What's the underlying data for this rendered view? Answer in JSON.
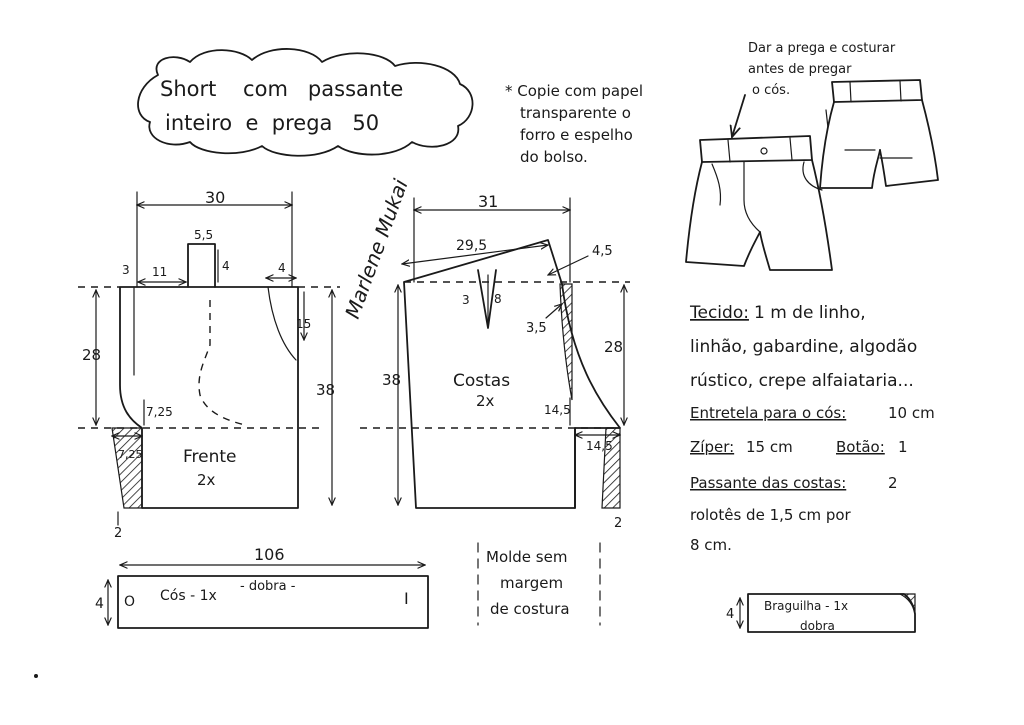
{
  "title": {
    "line1": "Short    com   passante",
    "line2": "inteiro  e  prega   50"
  },
  "copy_note": {
    "line1": "* Copie com papel",
    "line2": "transparente o",
    "line3": "forro e espelho",
    "line4": "do  bolso."
  },
  "pleat_note": {
    "line1": "Dar a prega e costurar",
    "line2": "antes de pregar",
    "line3": "o cós."
  },
  "signature": "Marlene Mukai",
  "front": {
    "label": "Frente",
    "count": "2x",
    "width": "30",
    "belt_loop_width": "5,5",
    "belt_loop_height": "4",
    "left_offset": "3",
    "loop_offset": "11",
    "right_offset": "4",
    "pocket_depth": "15",
    "crotch_height": "28",
    "side_length": "38",
    "crotch_curve": "7,25",
    "crotch_ext": "7,25",
    "hem_hatch": "2"
  },
  "back": {
    "label": "Costas",
    "count": "2x",
    "width": "31",
    "waist": "29,5",
    "rise": "4,5",
    "dart_width": "3",
    "dart_length": "8",
    "crotch_rise": "3,5",
    "crotch_height": "28",
    "side_length": "38",
    "crotch_curve": "14,5",
    "crotch_ext": "14,5",
    "hem_hatch": "2"
  },
  "waistband": {
    "length": "106",
    "height": "4",
    "label": "Cós - 1x",
    "fold": "- dobra -",
    "button_mark": "O",
    "buttonhole_mark": "I"
  },
  "fly": {
    "height": "4",
    "label": "Braguilha - 1x",
    "fold": "dobra"
  },
  "no_seam_note": {
    "line1": "Molde sem",
    "line2": "margem",
    "line3": "de costura"
  },
  "materials": {
    "fabric_label": "Tecido:",
    "fabric_value": "1 m de linho,",
    "fabric_line2": "linhão, gabardine, algodão",
    "fabric_line3": "rústico, crepe alfaiataria...",
    "interfacing_label": "Entretela para o cós:",
    "interfacing_value": "10 cm",
    "zipper_label": "Zíper:",
    "zipper_value": "15 cm",
    "button_label": "Botão:",
    "button_value": "1",
    "loop_label": "Passante das costas:",
    "loop_value": "2",
    "loop_line2": "rolotês de 1,5 cm por",
    "loop_line3": "8 cm."
  }
}
